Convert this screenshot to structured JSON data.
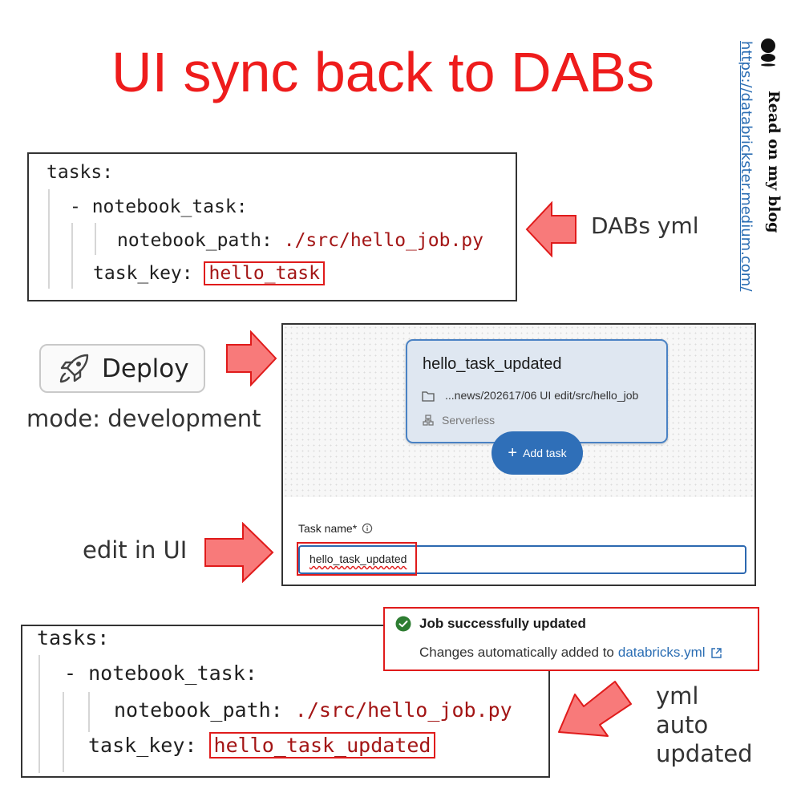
{
  "title": "UI sync back to DABs",
  "code_before": {
    "line1": "tasks:",
    "line2": "- notebook_task:",
    "line3_key": "notebook_path:",
    "line3_val": "./src/hello_job.py",
    "line4_key": "task_key:",
    "line4_val": "hello_task"
  },
  "label_dabs_yml": "DABs yml",
  "deploy": {
    "label": "Deploy",
    "icon": "rocket-icon",
    "mode": "mode: development"
  },
  "label_edit_in_ui": "edit in UI",
  "job_ui": {
    "task_card": {
      "name": "hello_task_updated",
      "path": "...news/202617/06 UI edit/src/hello_job",
      "compute": "Serverless"
    },
    "add_task_label": "Add task",
    "task_name_label": "Task name*",
    "task_name_value": "hello_task_updated"
  },
  "toast": {
    "title": "Job successfully updated",
    "message": "Changes automatically added to",
    "link": "databricks.yml"
  },
  "code_after": {
    "line1": "tasks:",
    "line2": "- notebook_task:",
    "line3_key": "notebook_path:",
    "line3_val": "./src/hello_job.py",
    "line4_key": "task_key:",
    "line4_val": "hello_task_updated"
  },
  "label_yml_auto_updated": [
    "yml",
    "auto",
    "updated"
  ],
  "blog": {
    "heading": "Read on my blog",
    "url": "https://databrickster.medium.com/"
  },
  "colors": {
    "title_red": "#ee1c1c",
    "arrow_fill": "#f87a7a",
    "arrow_stroke": "#e01b1b",
    "code_string": "#a31515",
    "primary_blue": "#2f6fb8",
    "success_green": "#2e7d32",
    "link_blue": "#2a6db3"
  }
}
